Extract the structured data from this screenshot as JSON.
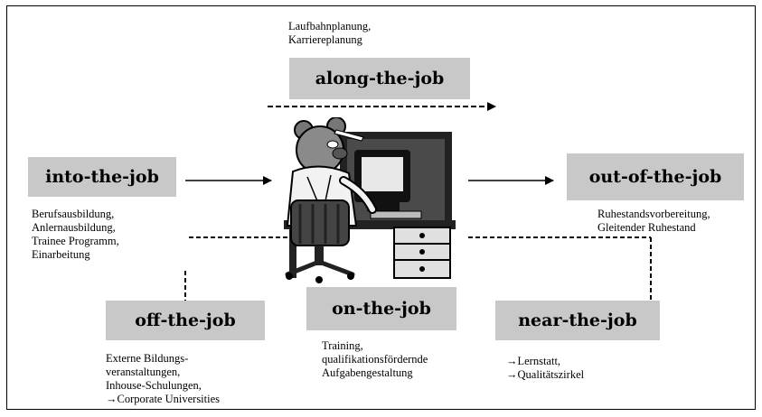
{
  "phases": {
    "along": {
      "label": "along-the-job",
      "notes": [
        "Laufbahnplanung,",
        "Karriereplanung"
      ]
    },
    "into": {
      "label": "into-the-job",
      "notes": [
        "Berufsausbildung,",
        "Anlernausbildung,",
        "Trainee Programm,",
        "Einarbeitung"
      ]
    },
    "out": {
      "label": "out-of-the-job",
      "notes": [
        "Ruhestandsvorbereitung,",
        "Gleitender Ruhestand"
      ]
    },
    "off": {
      "label": "off-the-job",
      "notes": [
        "Externe Bildungs-",
        "veranstaltungen,",
        "Inhouse-Schulungen,",
        "→Corporate Universities"
      ]
    },
    "on": {
      "label": "on-the-job",
      "notes": [
        "Training,",
        "qualifikationsfördernde",
        "Aufgabengestaltung"
      ]
    },
    "near": {
      "label": "near-the-job",
      "notes": [
        "→Lernstatt,",
        "→Qualitätszirkel"
      ]
    }
  },
  "colors": {
    "box_fill": "#c8c8c8",
    "line": "#000000"
  },
  "center_image": "worker-at-computer-illustration"
}
